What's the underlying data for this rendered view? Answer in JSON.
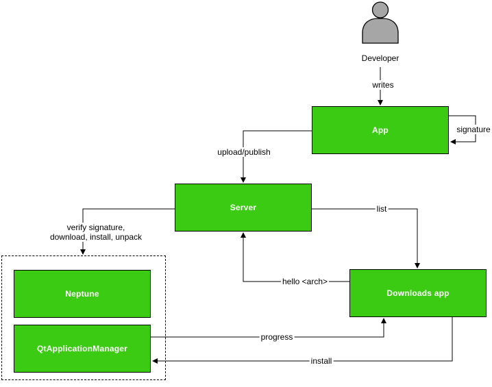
{
  "diagram": {
    "actor": {
      "label": "Developer"
    },
    "nodes": {
      "app": "App",
      "server": "Server",
      "downloads_app": "Downloads app",
      "neptune": "Neptune",
      "qt_application_manager": "QtApplicationManager"
    },
    "edges": {
      "writes": "writes",
      "signature": "signature",
      "upload_publish": "upload/publish",
      "list": "list",
      "verify_line1": "verify signature,",
      "verify_line2": "download, install, unpack",
      "hello_arch": "hello <arch>",
      "progress": "progress",
      "install": "install"
    },
    "colors": {
      "node_fill": "#3BCB13",
      "node_border": "#000000",
      "node_text": "#FFFFFF",
      "connector": "#000000",
      "label_text": "#000000",
      "actor_fill": "#A6A6A6",
      "background": "#FFFFFF"
    }
  }
}
